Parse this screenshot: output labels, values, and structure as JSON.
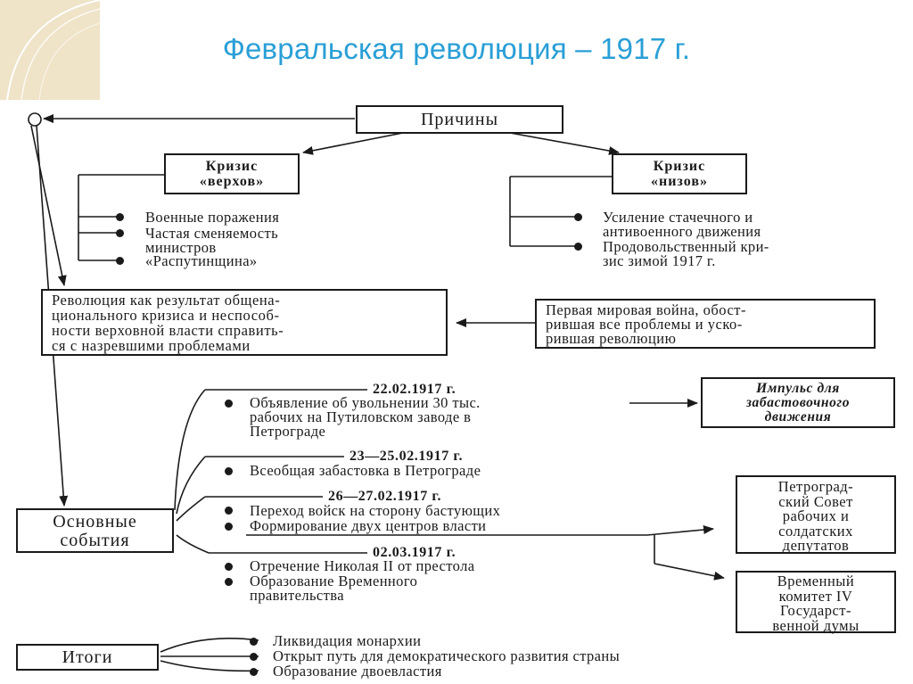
{
  "title": "Февральская революция – 1917 г.",
  "causes": "Причины",
  "crisis_top": {
    "l1": "Кризис",
    "l2": "«верхов»"
  },
  "crisis_bottom": {
    "l1": "Кризис",
    "l2": "«низов»"
  },
  "top_items": [
    "Военные поражения",
    "Частая сменяемость",
    "министров",
    "«Распутинщина»"
  ],
  "bottom_items": [
    "Усиление стачечного и",
    "антивоенного движения",
    "Продовольственный кри-",
    "зис зимой 1917 г."
  ],
  "revolution_box": [
    "Революция как результат общена-",
    "ционального кризиса и неспособ-",
    "ности верховной власти справить-",
    "ся с назревшими проблемами"
  ],
  "war_box": [
    "Первая мировая война, обост-",
    "рившая все проблемы и уско-",
    "рившая революцию"
  ],
  "events_label": {
    "l1": "Основные",
    "l2": "события"
  },
  "events": [
    {
      "date": "22.02.1917 г.",
      "lines": [
        "Объявление об увольнении 30 тыс.",
        "рабочих на Путиловском заводе в",
        "Петрограде"
      ]
    },
    {
      "date": "23—25.02.1917 г.",
      "lines": [
        "Всеобщая забастовка в Петрограде"
      ]
    },
    {
      "date": "26—27.02.1917 г.",
      "lines": [
        "Переход войск на сторону бастующих",
        "Формирование двух центров власти"
      ]
    },
    {
      "date": "02.03.1917 г.",
      "lines": [
        "Отречение Николая II от престола",
        "Образование Временного",
        "правительства"
      ]
    }
  ],
  "impulse_box": [
    "Импульс для",
    "забастовочного",
    "движения"
  ],
  "soviet_box": [
    "Петроград-",
    "ский Совет",
    "рабочих и",
    "солдатских",
    "депутатов"
  ],
  "committee_box": [
    "Временный",
    "комитет IV",
    "Государст-",
    "венной думы"
  ],
  "results_label": "Итоги",
  "results": [
    "Ликвидация монархии",
    "Открыт путь для демократического развития страны",
    "Образование двоевластия"
  ]
}
